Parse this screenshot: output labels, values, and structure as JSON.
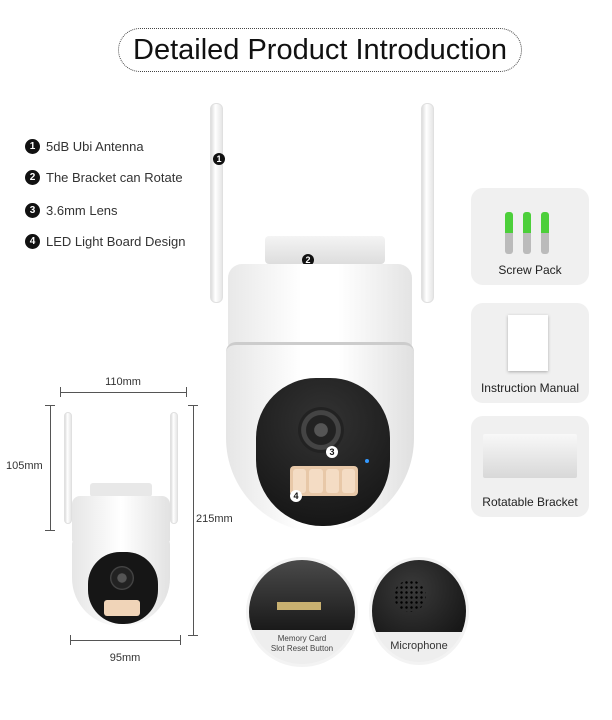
{
  "title": "Detailed Product Introduction",
  "features": [
    {
      "num": "1",
      "label": "5dB Ubi Antenna"
    },
    {
      "num": "2",
      "label": "The Bracket can Rotate"
    },
    {
      "num": "3",
      "label": "3.6mm Lens"
    },
    {
      "num": "4",
      "label": "LED Light Board Design"
    }
  ],
  "accessories": [
    {
      "label": "Screw Pack"
    },
    {
      "label": "Instruction Manual"
    },
    {
      "label": "Rotatable Bracket"
    }
  ],
  "dimensions": {
    "width_top": "110mm",
    "height_head": "105mm",
    "height_total": "215mm",
    "width_bottom": "95mm"
  },
  "details": [
    {
      "label_line1": "Memory Card",
      "label_line2": "Slot Reset Button"
    },
    {
      "label": "Microphone"
    }
  ],
  "colors": {
    "screw_anchor": "#4ccf3a",
    "camera_face": "#1a1a1a",
    "card_bg": "#f0f0f0"
  }
}
